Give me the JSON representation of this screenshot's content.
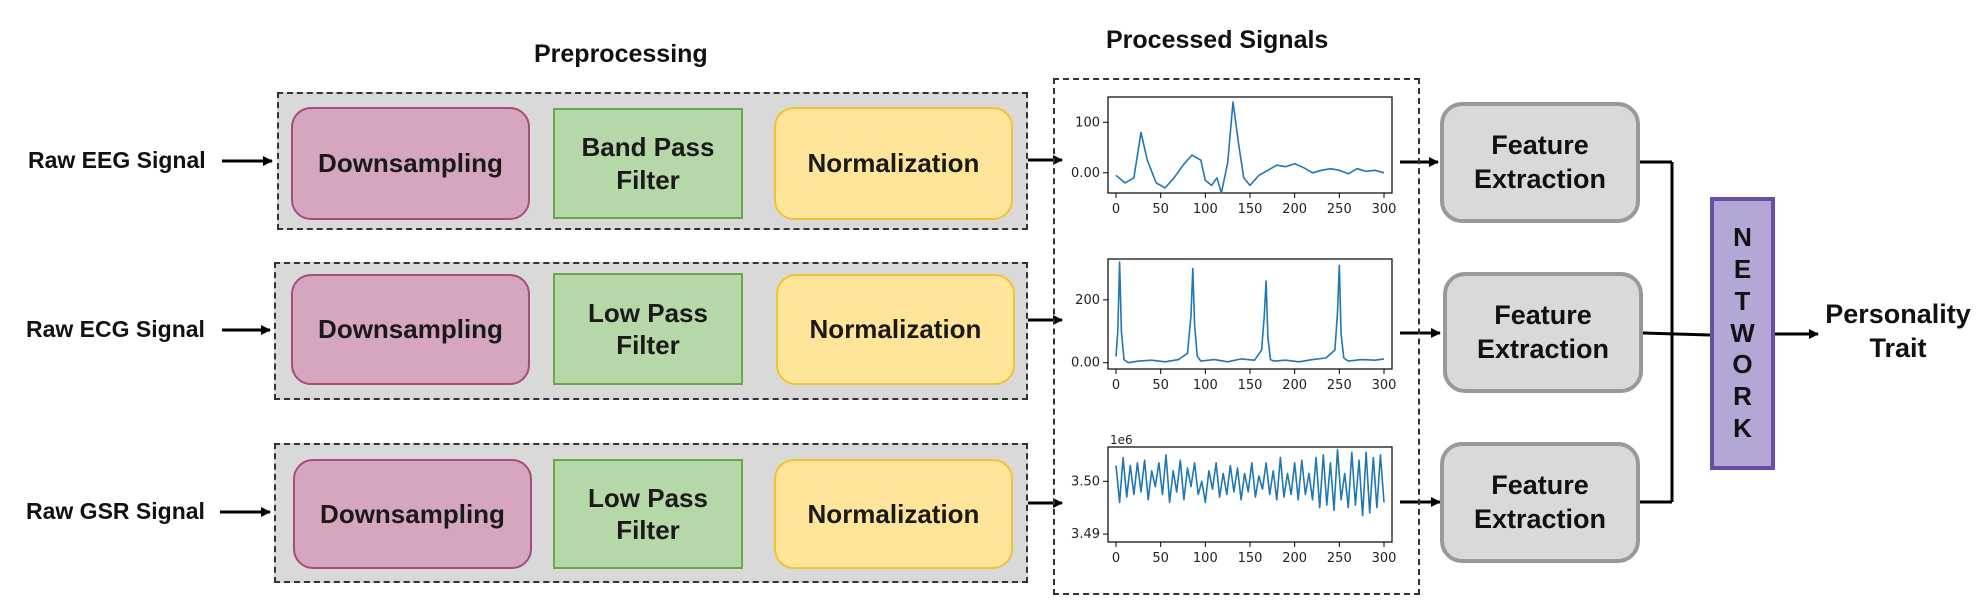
{
  "titles": {
    "preprocessing": "Preprocessing",
    "processed_signals": "Processed Signals"
  },
  "inputs": [
    "Raw EEG Signal",
    "Raw ECG Signal",
    "Raw GSR Signal"
  ],
  "pipelines": [
    {
      "downsampling": "Downsampling",
      "filter_line1": "Band Pass",
      "filter_line2": "Filter",
      "normalization": "Normalization"
    },
    {
      "downsampling": "Downsampling",
      "filter_line1": "Low Pass",
      "filter_line2": "Filter",
      "normalization": "Normalization"
    },
    {
      "downsampling": "Downsampling",
      "filter_line1": "Low Pass",
      "filter_line2": "Filter",
      "normalization": "Normalization"
    }
  ],
  "features": [
    {
      "line1": "Feature",
      "line2": "Extraction"
    },
    {
      "line1": "Feature",
      "line2": "Extraction"
    },
    {
      "line1": "Feature",
      "line2": "Extraction"
    }
  ],
  "network_letters": [
    "N",
    "E",
    "T",
    "W",
    "O",
    "R",
    "K"
  ],
  "output": {
    "line1": "Personality",
    "line2": "Trait"
  },
  "colors": {
    "downsampling_fill": "#d5a6bd",
    "downsampling_border": "#a64d79",
    "filter_fill": "#b6d7a8",
    "filter_border": "#6aa84f",
    "normalization_fill": "#ffe599",
    "normalization_border": "#f1c232",
    "feature_fill": "#d9d9d9",
    "feature_border": "#999999",
    "network_fill": "#b4a7d6",
    "network_border": "#674ea7",
    "signal_line": "#1f77b4"
  },
  "chart_data": [
    {
      "type": "line",
      "xlim": [
        0,
        300
      ],
      "ylim": [
        -40,
        150
      ],
      "xticks": [
        0,
        50,
        100,
        150,
        200,
        250,
        300
      ],
      "yticks": [
        0,
        100
      ],
      "offset_label": "",
      "series": [
        {
          "x": [
            0,
            10,
            20,
            28,
            35,
            45,
            55,
            65,
            75,
            85,
            95,
            100,
            107,
            113,
            118,
            125,
            131,
            137,
            143,
            150,
            160,
            170,
            180,
            190,
            200,
            210,
            220,
            230,
            240,
            250,
            260,
            270,
            280,
            290,
            300
          ],
          "y": [
            -5,
            -20,
            -10,
            80,
            25,
            -20,
            -30,
            -10,
            15,
            35,
            25,
            -15,
            -25,
            -10,
            -40,
            20,
            140,
            60,
            -10,
            -25,
            -5,
            5,
            15,
            12,
            18,
            10,
            0,
            5,
            8,
            5,
            -2,
            8,
            3,
            5,
            0
          ]
        }
      ]
    },
    {
      "type": "line",
      "xlim": [
        0,
        300
      ],
      "ylim": [
        -20,
        330
      ],
      "xticks": [
        0,
        50,
        100,
        150,
        200,
        250,
        300
      ],
      "yticks": [
        0,
        200
      ],
      "offset_label": "",
      "series": [
        {
          "x": [
            0,
            2,
            4,
            6,
            9,
            14,
            25,
            40,
            55,
            70,
            80,
            84,
            86,
            88,
            91,
            95,
            110,
            125,
            140,
            155,
            163,
            166,
            168,
            170,
            173,
            177,
            190,
            205,
            220,
            235,
            245,
            248,
            250,
            252,
            255,
            260,
            275,
            290,
            300
          ],
          "y": [
            20,
            100,
            320,
            100,
            10,
            0,
            5,
            8,
            3,
            10,
            30,
            150,
            300,
            120,
            20,
            5,
            10,
            3,
            12,
            8,
            40,
            150,
            260,
            80,
            10,
            5,
            8,
            3,
            10,
            15,
            40,
            160,
            310,
            90,
            15,
            5,
            10,
            8,
            12
          ]
        }
      ]
    },
    {
      "type": "line",
      "xlim": [
        0,
        300
      ],
      "ylim": [
        3.4885,
        3.5065
      ],
      "xticks": [
        0,
        50,
        100,
        150,
        200,
        250,
        300
      ],
      "yticks": [
        3.49,
        3.5
      ],
      "offset_label": "1e6",
      "series": [
        {
          "x": [
            0,
            4,
            8,
            12,
            16,
            20,
            24,
            28,
            32,
            36,
            40,
            44,
            48,
            52,
            56,
            60,
            64,
            68,
            72,
            76,
            80,
            84,
            88,
            92,
            96,
            100,
            104,
            108,
            112,
            116,
            120,
            124,
            128,
            132,
            136,
            140,
            144,
            148,
            152,
            156,
            160,
            164,
            168,
            172,
            176,
            180,
            184,
            188,
            192,
            196,
            200,
            204,
            208,
            212,
            216,
            220,
            224,
            228,
            232,
            236,
            240,
            244,
            248,
            252,
            256,
            260,
            264,
            268,
            272,
            276,
            280,
            284,
            288,
            292,
            296,
            300
          ],
          "y": [
            3.503,
            3.496,
            3.5045,
            3.497,
            3.503,
            3.4975,
            3.5035,
            3.498,
            3.504,
            3.4965,
            3.502,
            3.499,
            3.5035,
            3.4975,
            3.505,
            3.496,
            3.502,
            3.498,
            3.504,
            3.4965,
            3.5025,
            3.499,
            3.5035,
            3.4975,
            3.5,
            3.496,
            3.502,
            3.4985,
            3.5035,
            3.497,
            3.5015,
            3.4975,
            3.503,
            3.498,
            3.5025,
            3.4965,
            3.5015,
            3.498,
            3.5035,
            3.497,
            3.501,
            3.4985,
            3.5035,
            3.4975,
            3.502,
            3.4965,
            3.5045,
            3.497,
            3.5015,
            3.4975,
            3.5035,
            3.4965,
            3.504,
            3.4975,
            3.5015,
            3.4965,
            3.5045,
            3.495,
            3.505,
            3.4955,
            3.5035,
            3.4945,
            3.506,
            3.4965,
            3.5015,
            3.495,
            3.5055,
            3.4955,
            3.504,
            3.4935,
            3.5055,
            3.494,
            3.5045,
            3.495,
            3.505,
            3.496
          ]
        }
      ]
    }
  ]
}
